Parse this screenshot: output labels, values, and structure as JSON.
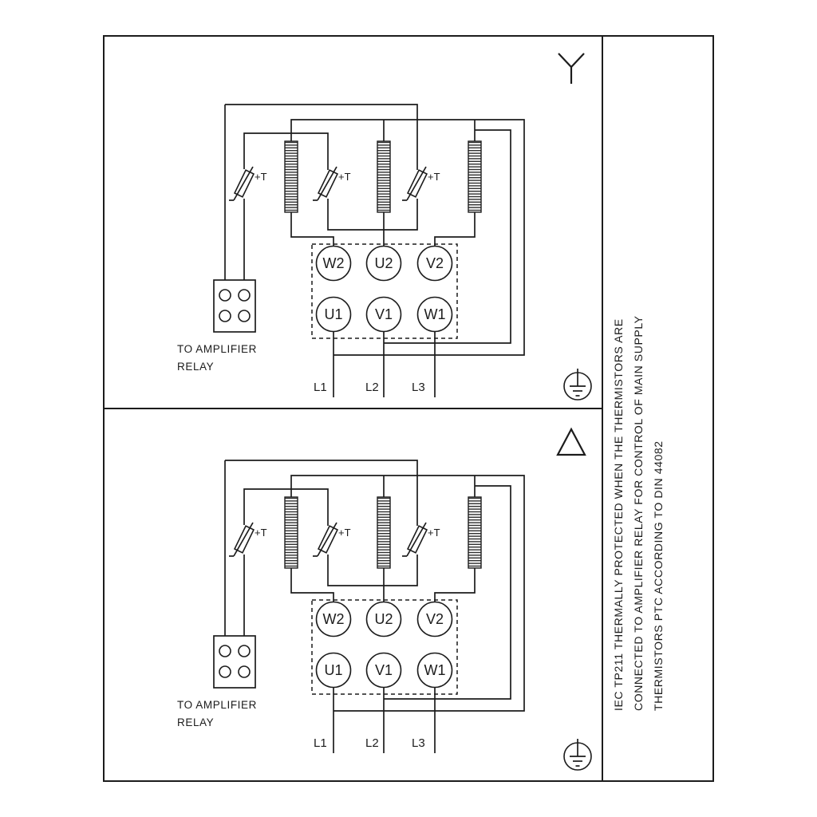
{
  "page": {
    "background_color": "#ffffff",
    "line_color": "#1c1c1c"
  },
  "side_note": {
    "lines": [
      "IEC TP211 THERMALLY PROTECTED WHEN THE THERMISTORS ARE",
      "CONNECTED TO AMPLIFIER RELAY FOR CONTROL OF MAIN SUPPLY",
      "THERMISTORS PTC ACCORDING TO DIN 44082"
    ]
  },
  "terminals": {
    "top_row": [
      "W2",
      "U2",
      "V2"
    ],
    "bottom_row": [
      "U1",
      "V1",
      "W1"
    ]
  },
  "supply": {
    "labels": [
      "L1",
      "L2",
      "L3"
    ]
  },
  "thermistor": {
    "label": "+T"
  },
  "amplifier": {
    "caption_line1": "TO AMPLIFIER",
    "caption_line2": "RELAY"
  },
  "panels": [
    {
      "connection_symbol": "star"
    },
    {
      "connection_symbol": "delta"
    }
  ],
  "icons": {
    "top_panel": "star-connection-icon",
    "bottom_panel": "delta-connection-icon",
    "earth": "earth-ground-icon"
  }
}
